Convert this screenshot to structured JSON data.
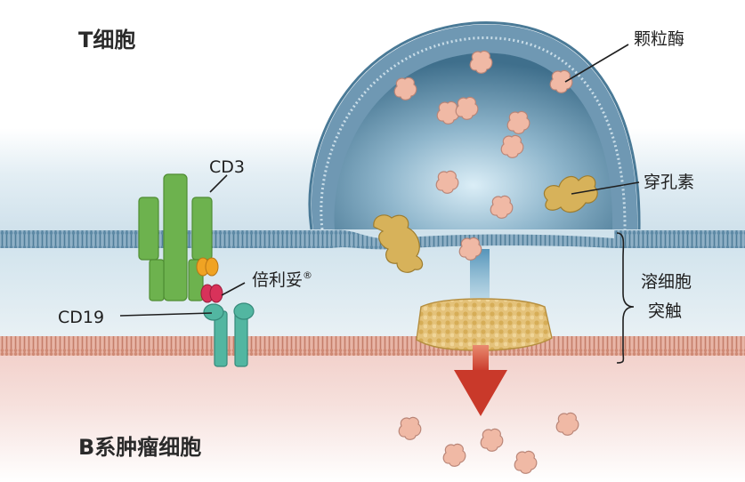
{
  "labels": {
    "t_cell": "T细胞",
    "b_cell": "B系肿瘤细胞",
    "cd3": "CD3",
    "cd19": "CD19",
    "drug": "倍利妥",
    "drug_mark": "®",
    "granzyme": "颗粒酶",
    "perforin": "穿孔素",
    "synapse_line1": "溶细胞",
    "synapse_line2": "突触"
  },
  "colors": {
    "t_cell_bg": "#d9e8f0",
    "b_cell_bg": "#f2d3cf",
    "t_membrane": "#6f98b3",
    "b_membrane": "#d99c8a",
    "cd3": "#6db24e",
    "cd19": "#52b6a1",
    "bispecific_orange": "#f0a323",
    "bispecific_red": "#d8325a",
    "granzyme": "#f0b9a5",
    "perforin": "#d7b25a",
    "arrow": "#c9392a"
  }
}
